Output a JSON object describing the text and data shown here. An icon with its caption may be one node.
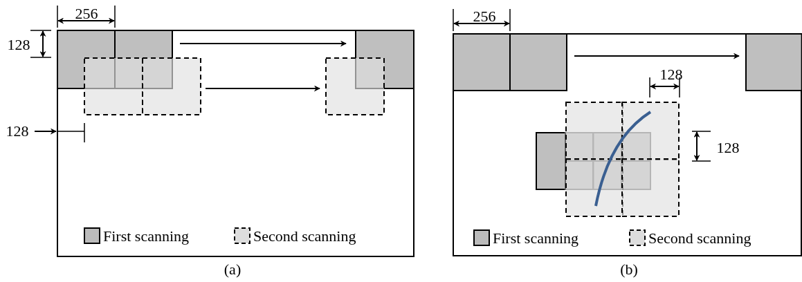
{
  "diagram": {
    "labels": [
      "256",
      "128",
      "128",
      "(a)",
      "256",
      "128",
      "128",
      "(b)"
    ],
    "legend": [
      {
        "text": "First scanning"
      },
      {
        "text": "Second scanning"
      },
      {
        "text": "First scanning"
      },
      {
        "text": "Second scanning"
      }
    ]
  }
}
